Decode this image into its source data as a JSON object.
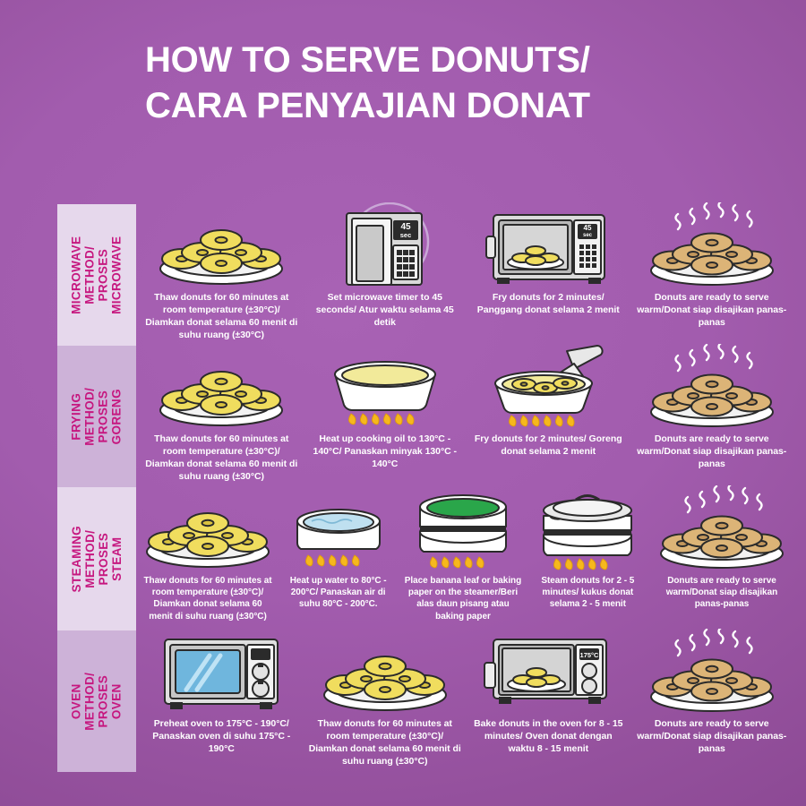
{
  "title": {
    "line1": "HOW TO SERVE DONUTS/",
    "line2": "CARA PENYAJIAN DONAT"
  },
  "colors": {
    "background_start": "#a862b4",
    "background_end": "#83418a",
    "label_text": "#c6177f",
    "label_chip_light": "#e6d8ec",
    "label_chip_dark": "#cdb2d8",
    "caption_text": "#ffffff",
    "donut_raw": "#f0dd5e",
    "donut_cooked": "#dcb477",
    "oil": "#f2ea9a",
    "water": "#bfe0f0",
    "banana_leaf": "#2aa64a",
    "flame": "#f6b81d"
  },
  "rows": [
    {
      "label": {
        "l1": "MICROWAVE",
        "l2": "METHOD/",
        "l3": "PROSES",
        "l4": "MICROWAVE"
      },
      "steps": [
        {
          "icon": "plate-of-raw-donuts",
          "caption": "Thaw donuts for 60 minutes at room temperature (±30°C)/ Diamkan donat selama 60 menit di suhu ruang (±30°C)"
        },
        {
          "icon": "microwave-timer-zoom",
          "display": "45 sec",
          "caption": "Set microwave timer to 45 seconds/ Atur waktu selama 45 detik"
        },
        {
          "icon": "microwave-with-donuts",
          "display": "45 sec",
          "caption": "Fry donuts for 2 minutes/ Panggang donat selama 2 menit"
        },
        {
          "icon": "plate-of-warm-donuts-steaming",
          "caption": "Donuts are ready to serve warm/Donat siap disajikan panas-panas"
        }
      ]
    },
    {
      "label": {
        "l1": "FRYING",
        "l2": "METHOD/",
        "l3": "PROSES",
        "l4": "GORENG"
      },
      "steps": [
        {
          "icon": "plate-of-raw-donuts",
          "caption": "Thaw donuts for 60 minutes at room temperature (±30°C)/ Diamkan donat selama 60 menit di suhu ruang (±30°C)"
        },
        {
          "icon": "pan-of-hot-oil",
          "caption": "Heat up cooking oil to 130°C - 140°C/ Panaskan minyak 130°C - 140°C"
        },
        {
          "icon": "frying-donuts-with-spatula",
          "caption": "Fry donuts for 2 minutes/ Goreng donat selama 2 menit"
        },
        {
          "icon": "plate-of-warm-donuts-steaming",
          "caption": "Donuts are ready to serve warm/Donat siap disajikan panas-panas"
        }
      ]
    },
    {
      "label": {
        "l1": "STEAMING",
        "l2": "METHOD/",
        "l3": "PROSES",
        "l4": "STEAM"
      },
      "steps": [
        {
          "icon": "plate-of-raw-donuts",
          "caption": "Thaw donuts for 60 minutes at room temperature (±30°C)/ Diamkan donat selama 60 menit di suhu ruang (±30°C)"
        },
        {
          "icon": "pot-of-boiling-water",
          "caption": "Heat up water to 80°C - 200°C/ Panaskan air di suhu 80°C - 200°C."
        },
        {
          "icon": "steamer-with-banana-leaf",
          "caption": "Place banana leaf or baking paper on the steamer/Beri alas daun pisang atau baking paper"
        },
        {
          "icon": "covered-steamer-with-donuts",
          "caption": "Steam donuts for 2 - 5 minutes/ kukus donat selama 2 - 5 menit"
        },
        {
          "icon": "plate-of-warm-donuts-steaming",
          "caption": "Donuts are ready to serve warm/Donat siap disajikan panas-panas"
        }
      ]
    },
    {
      "label": {
        "l1": "OVEN",
        "l2": "METHOD/",
        "l3": "PROSES",
        "l4": "OVEN"
      },
      "steps": [
        {
          "icon": "closed-oven-preheating",
          "caption": "Preheat oven to 175°C - 190°C/ Panaskan oven di suhu 175°C - 190°C"
        },
        {
          "icon": "plate-of-raw-donuts",
          "caption": "Thaw donuts for 60 minutes at room temperature (±30°C)/ Diamkan donat selama 60 menit di suhu ruang (±30°C)"
        },
        {
          "icon": "open-oven-with-donuts",
          "display": "175°C",
          "caption": "Bake donuts in the oven for 8 - 15 minutes/ Oven donat dengan waktu 8 - 15 menit"
        },
        {
          "icon": "plate-of-warm-donuts-steaming",
          "caption": "Donuts are ready to serve warm/Donat siap disajikan panas-panas"
        }
      ]
    }
  ]
}
